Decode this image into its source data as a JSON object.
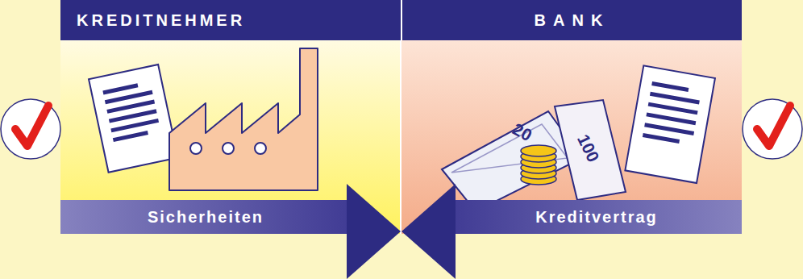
{
  "diagram": {
    "nodes": [
      {
        "text": [
          "KREDITNEHMER"
        ]
      },
      {
        "text": [
          "BANK"
        ]
      },
      {
        "text": [
          "Sicherheiten"
        ],
        "in": 0
      },
      {
        "text": [
          "Kreditvertrag"
        ],
        "in": 1
      }
    ],
    "labels": [
      "20",
      "100"
    ]
  }
}
